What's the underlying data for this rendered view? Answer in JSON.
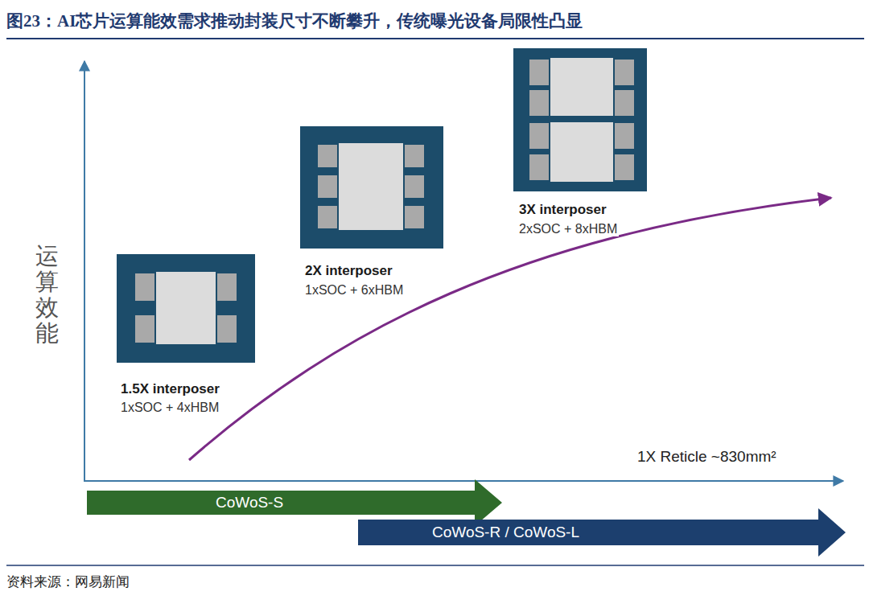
{
  "diagram": {
    "title": "图23：AI芯片运算能效需求推动封装尺寸不断攀升，传统曝光设备局限性凸显",
    "nodes": [
      {
        "text": [
          "CoWoS-S"
        ]
      },
      {
        "text": [
          "CoWoS-R / CoWoS-L"
        ]
      }
    ],
    "labels": [
      "1.5X interposer",
      "1xSOC + 4xHBM",
      "2X interposer",
      "1xSOC + 6xHBM",
      "3X interposer",
      "2xSOC + 8xHBM",
      "运算效能",
      "1X Reticle ~830mm²",
      "资料来源：网易新闻"
    ]
  }
}
